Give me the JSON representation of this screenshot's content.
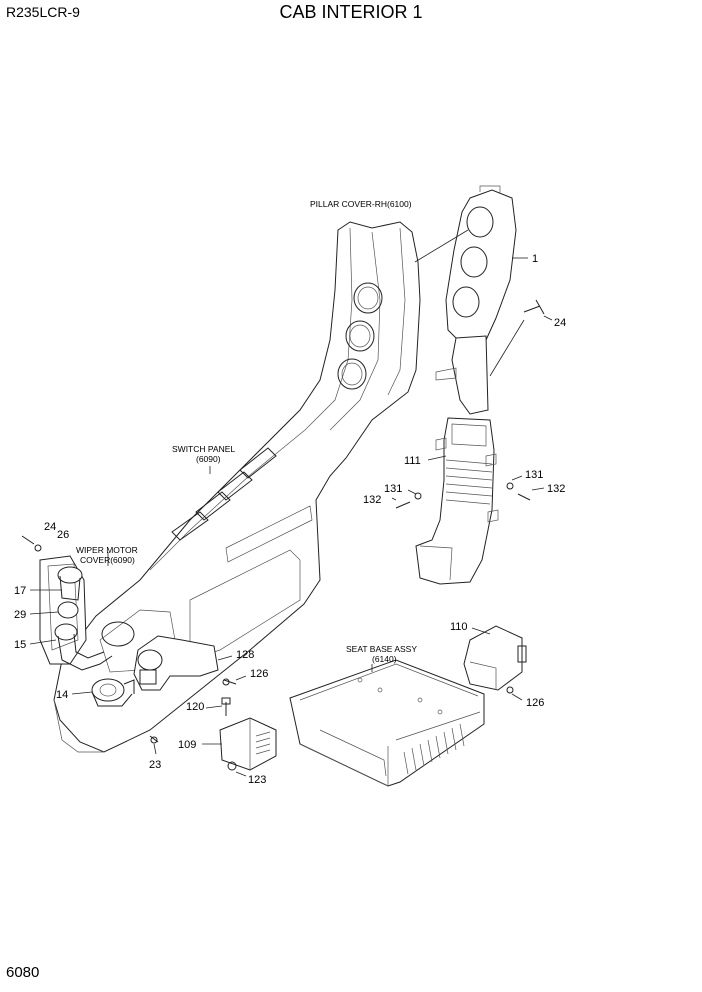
{
  "header": {
    "model": "R235LCR-9",
    "title": "CAB INTERIOR 1"
  },
  "footer": {
    "page_number": "6080"
  },
  "callouts": {
    "c1": "1",
    "c24a": "24",
    "c111": "111",
    "c131a": "131",
    "c131b": "131",
    "c132a": "132",
    "c132b": "132",
    "c24b": "24",
    "c26": "26",
    "c17": "17",
    "c29": "29",
    "c15": "15",
    "c14": "14",
    "c23": "23",
    "c128": "128",
    "c126a": "126",
    "c120": "120",
    "c109": "109",
    "c123": "123",
    "c110": "110",
    "c126b": "126"
  },
  "assembly_labels": {
    "pillar_cover": "PILLAR COVER-RH(6100)",
    "switch_panel_1": "SWITCH PANEL",
    "switch_panel_2": "(6090)",
    "wiper_motor_1": "WIPER MOTOR",
    "wiper_motor_2": "COVER(6090)",
    "seat_base_1": "SEAT BASE ASSY",
    "seat_base_2": "(6140)"
  }
}
